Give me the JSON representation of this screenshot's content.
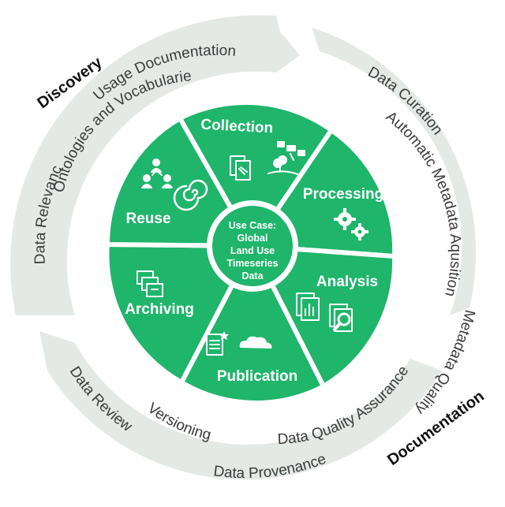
{
  "colors": {
    "green": "#1fb56b",
    "band": "#e4e9e6",
    "text": "#3a3a3a",
    "title": "#111111"
  },
  "center": {
    "lines": [
      "Use Case:",
      "Global",
      "Land Use",
      "Timeseries",
      "Data"
    ]
  },
  "segments": [
    {
      "label": "Collection",
      "icons": [
        "documents-icon",
        "satellite-icon",
        "tree-icon"
      ]
    },
    {
      "label": "Processing",
      "icons": [
        "gears-icon"
      ]
    },
    {
      "label": "Analysis",
      "icons": [
        "bar-chart-document-icon",
        "magnifier-icon"
      ]
    },
    {
      "label": "Publication",
      "icons": [
        "published-document-icon",
        "cloud-icon"
      ]
    },
    {
      "label": "Archiving",
      "icons": [
        "archive-boxes-icon"
      ]
    },
    {
      "label": "Reuse",
      "icons": [
        "people-network-icon",
        "spiral-icon"
      ]
    }
  ],
  "phases": {
    "discovery": "Discovery",
    "documentation": "Documentation"
  },
  "outer_terms": {
    "usage_documentation": "Usage Documentation",
    "ontologies": "Ontologies and Vocabularies",
    "data_relevance": "Data Relevance",
    "data_curation": "Data Curation",
    "automatic_metadata": "Automatic Metadata Aqusition",
    "metadata_quality": "Metadata Quality",
    "data_quality_assurance": "Data Quality Assurance",
    "data_provenance": "Data Provenance",
    "versioning": "Versioning",
    "data_review": "Data Review"
  }
}
